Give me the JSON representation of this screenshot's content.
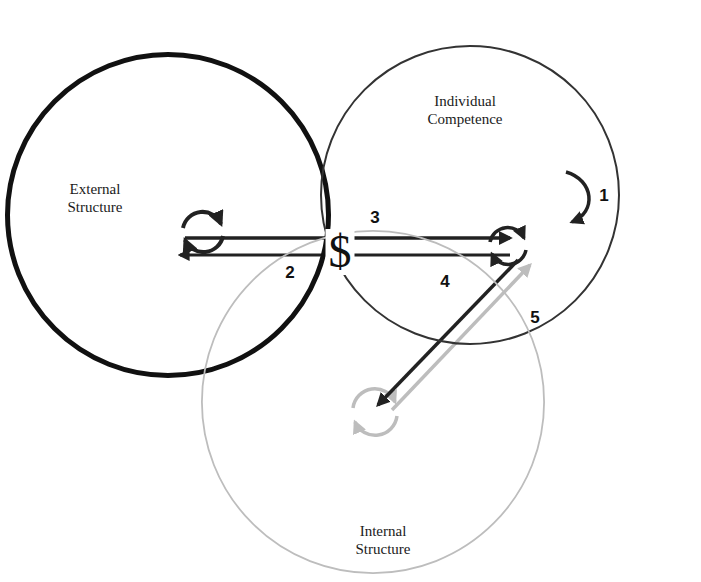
{
  "diagram": {
    "nodes": [
      {
        "text": [
          "External Structure"
        ]
      },
      {
        "text": [
          "Individual Competence"
        ]
      },
      {
        "text": [
          "Internal Structure"
        ]
      }
    ],
    "edges": [
      {
        "from": 0,
        "to": 1,
        "arrow": "to",
        "label": "3"
      },
      {
        "from": 1,
        "to": 0,
        "arrow": "to",
        "label": "2"
      },
      {
        "from": 1,
        "to": 2,
        "arrow": "to",
        "label": "5"
      },
      {
        "from": 2,
        "to": 1,
        "arrow": "to"
      }
    ],
    "labels": [
      "1",
      "4",
      "$"
    ]
  }
}
